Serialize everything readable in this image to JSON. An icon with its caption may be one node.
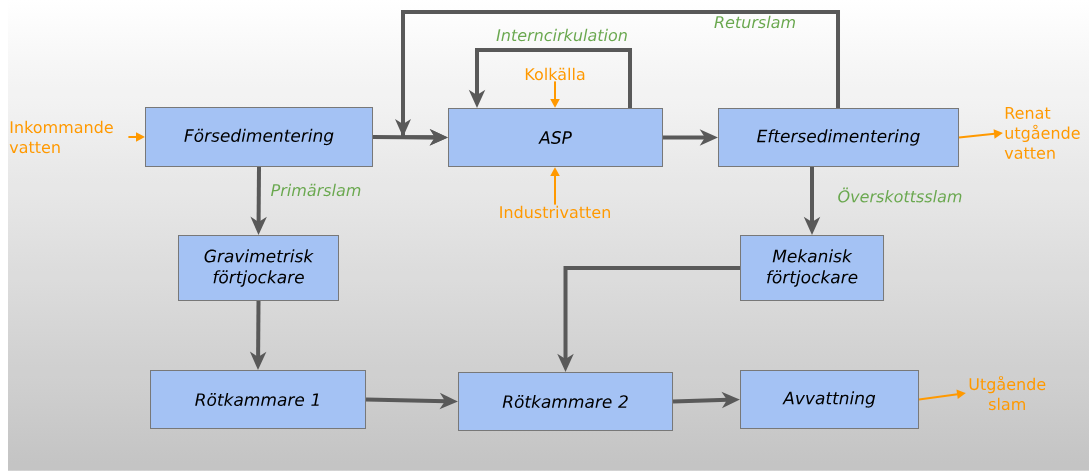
{
  "diagram": {
    "nodes": [
      {
        "text": [
          "Försedimentering"
        ]
      },
      {
        "text": [
          "ASP"
        ]
      },
      {
        "text": [
          "Eftersedimentering"
        ]
      },
      {
        "text": [
          "Gravimetrisk förtjockare"
        ]
      },
      {
        "text": [
          "Mekanisk förtjockare"
        ]
      },
      {
        "text": [
          "Rötkammare 1"
        ]
      },
      {
        "text": [
          "Rötkammare 2"
        ]
      },
      {
        "text": [
          "Avvattning"
        ]
      },
      {
        "text": [
          "Inkommande vatten"
        ]
      },
      {
        "text": [
          "Renat utgående vatten"
        ]
      },
      {
        "text": [
          "Kolkälla"
        ]
      },
      {
        "text": [
          "Industrivatten"
        ]
      },
      {
        "text": [
          "Utgående slam"
        ]
      }
    ],
    "edges": [
      {
        "from": 8,
        "to": 0,
        "arrow": "to",
        "color": "#ff9900"
      },
      {
        "from": 0,
        "to": 1,
        "arrow": "to"
      },
      {
        "from": 1,
        "to": 1,
        "arrow": "to",
        "label": "Interncirkulation"
      },
      {
        "from": 2,
        "to": 1,
        "arrow": "to",
        "label": "Returslam"
      },
      {
        "from": 10,
        "to": 1,
        "arrow": "to",
        "color": "#ff9900"
      },
      {
        "from": 11,
        "to": 1,
        "arrow": "to",
        "color": "#ff9900"
      },
      {
        "from": 1,
        "to": 2,
        "arrow": "to"
      },
      {
        "from": 2,
        "to": 9,
        "arrow": "to",
        "color": "#ff9900"
      },
      {
        "from": 0,
        "to": 3,
        "arrow": "to",
        "label": "Primärslam"
      },
      {
        "from": 2,
        "to": 4,
        "arrow": "to",
        "label": "Överskottsslam"
      },
      {
        "from": 3,
        "to": 5,
        "arrow": "to"
      },
      {
        "from": 4,
        "to": 6,
        "arrow": "to"
      },
      {
        "from": 5,
        "to": 6,
        "arrow": "to"
      },
      {
        "from": 6,
        "to": 7,
        "arrow": "to"
      },
      {
        "from": 7,
        "to": 12,
        "arrow": "to",
        "color": "#ff9900"
      }
    ]
  }
}
